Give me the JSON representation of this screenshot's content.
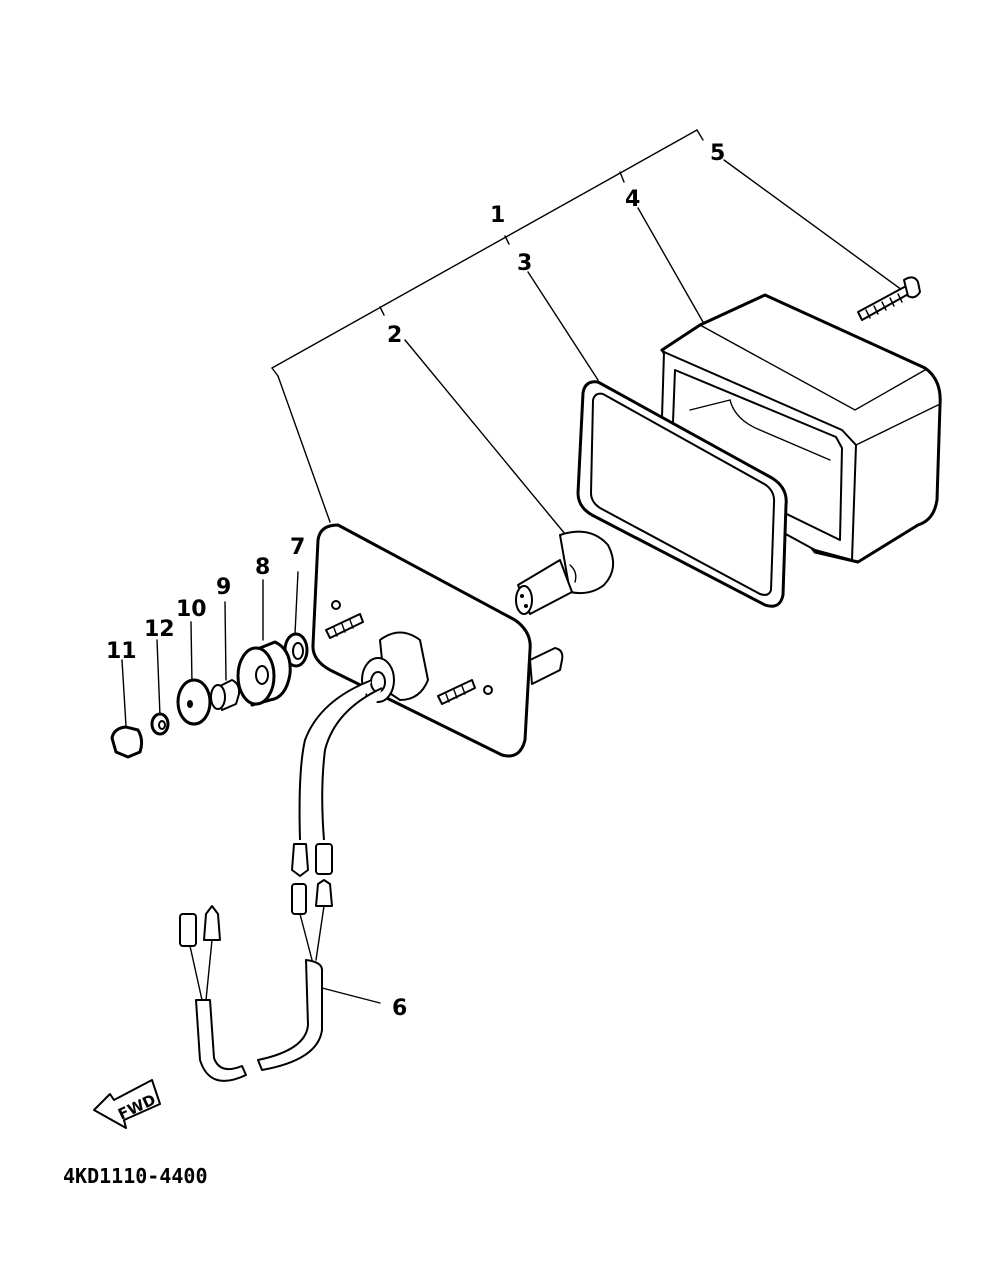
{
  "diagram": {
    "part_code": "4KD1110-4400",
    "fwd_label": "FWD",
    "callouts": [
      {
        "id": "1",
        "label": "1"
      },
      {
        "id": "2",
        "label": "2"
      },
      {
        "id": "3",
        "label": "3"
      },
      {
        "id": "4",
        "label": "4"
      },
      {
        "id": "5",
        "label": "5"
      },
      {
        "id": "6",
        "label": "6"
      },
      {
        "id": "7",
        "label": "7"
      },
      {
        "id": "8",
        "label": "8"
      },
      {
        "id": "9",
        "label": "9"
      },
      {
        "id": "10",
        "label": "10"
      },
      {
        "id": "11",
        "label": "11"
      },
      {
        "id": "12",
        "label": "12"
      }
    ]
  }
}
